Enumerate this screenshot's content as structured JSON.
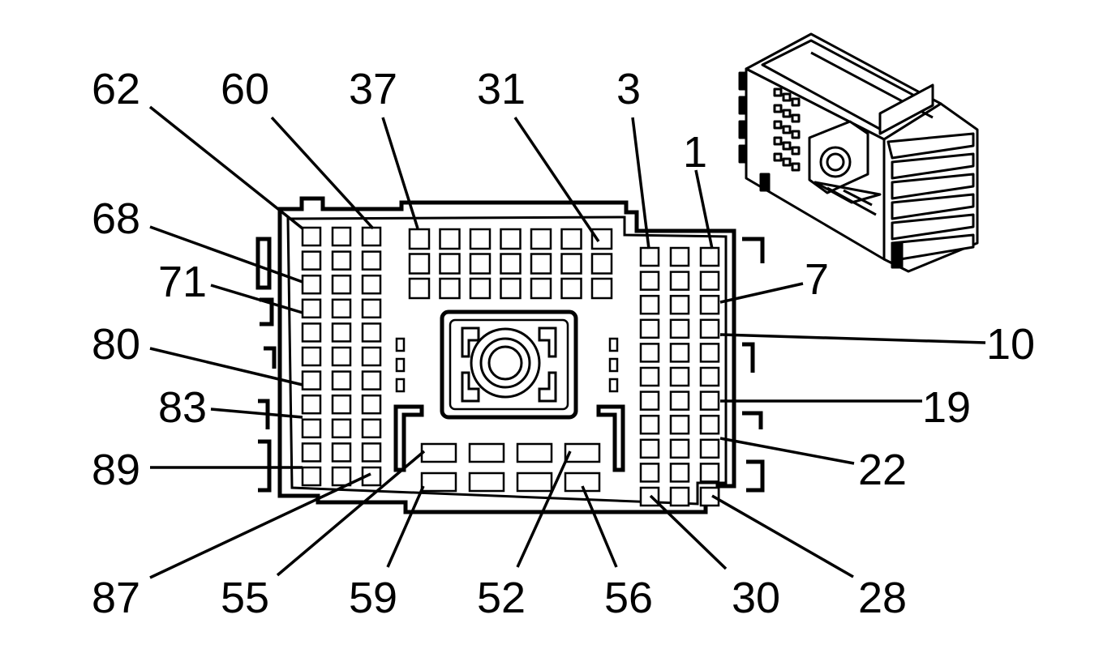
{
  "diagram": {
    "type": "connector-pinout",
    "pin_labels": [
      {
        "id": "62",
        "text": "62"
      },
      {
        "id": "60",
        "text": "60"
      },
      {
        "id": "37",
        "text": "37"
      },
      {
        "id": "31",
        "text": "31"
      },
      {
        "id": "3",
        "text": "3"
      },
      {
        "id": "1",
        "text": "1"
      },
      {
        "id": "68",
        "text": "68"
      },
      {
        "id": "71",
        "text": "71"
      },
      {
        "id": "80",
        "text": "80"
      },
      {
        "id": "83",
        "text": "83"
      },
      {
        "id": "89",
        "text": "89"
      },
      {
        "id": "7",
        "text": "7"
      },
      {
        "id": "10",
        "text": "10"
      },
      {
        "id": "19",
        "text": "19"
      },
      {
        "id": "22",
        "text": "22"
      },
      {
        "id": "87",
        "text": "87"
      },
      {
        "id": "55",
        "text": "55"
      },
      {
        "id": "59",
        "text": "59"
      },
      {
        "id": "52",
        "text": "52"
      },
      {
        "id": "56",
        "text": "56"
      },
      {
        "id": "30",
        "text": "30"
      },
      {
        "id": "28",
        "text": "28"
      }
    ]
  }
}
